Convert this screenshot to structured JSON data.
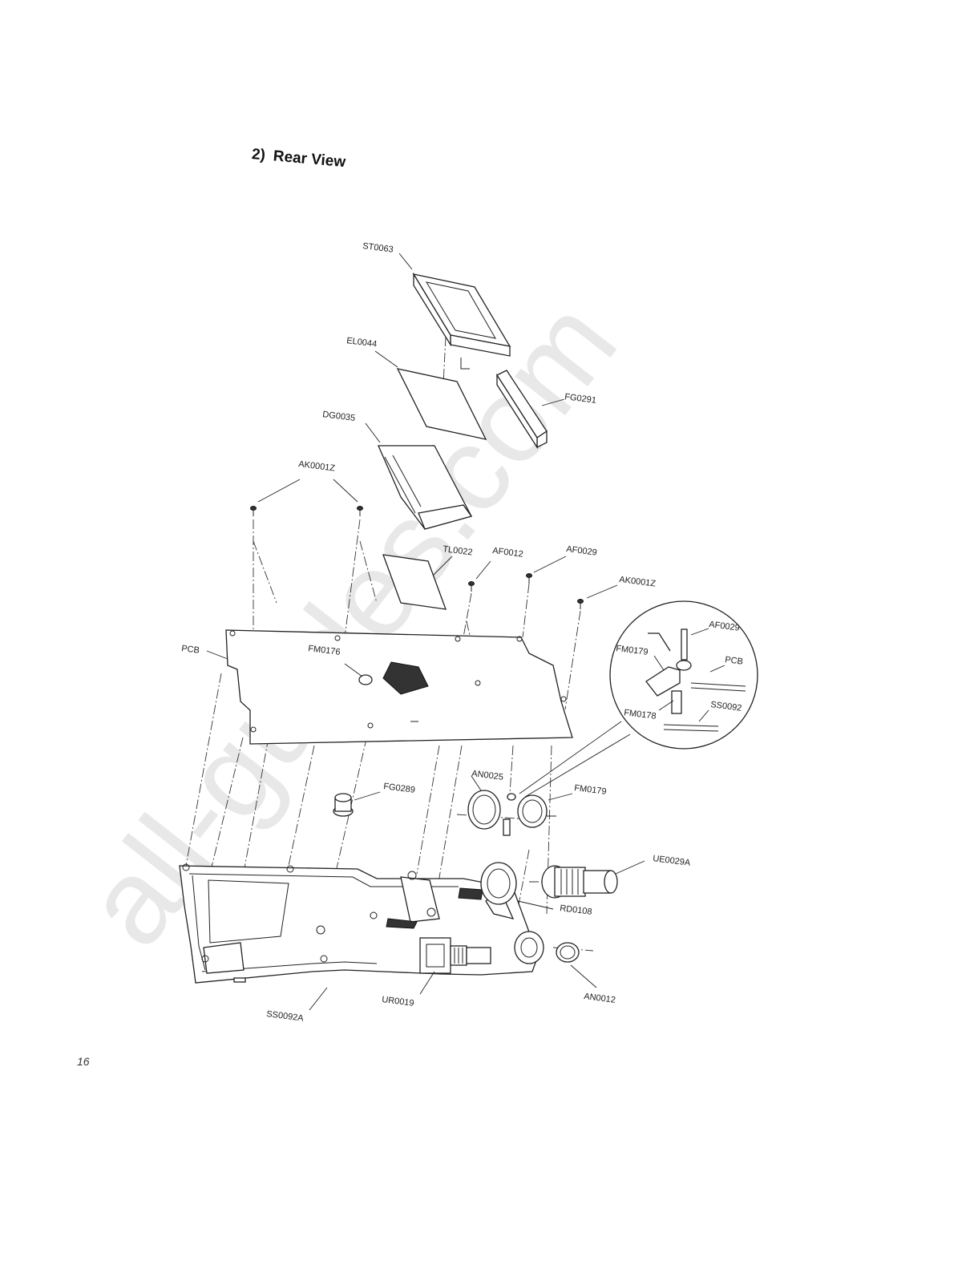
{
  "heading": {
    "number": "2)",
    "title": "Rear View"
  },
  "page_number": "16",
  "watermark": "all-guides.com",
  "labels": {
    "st0063": "ST0063",
    "el0044": "EL0044",
    "fg0291": "FG0291",
    "dg0035": "DG0035",
    "ak0001z_left": "AK0001Z",
    "ak0001z_right": "AK0001Z",
    "tl0022": "TL0022",
    "af0012": "AF0012",
    "af0029_main": "AF0029",
    "af0029_detail": "AF0029",
    "pcb_main": "PCB",
    "pcb_detail": "PCB",
    "fm0176": "FM0176",
    "fm0179_detail": "FM0179",
    "fm0178": "FM0178",
    "ss0092": "SS0092",
    "an0025": "AN0025",
    "fm0179_main": "FM0179",
    "fg0289": "FG0289",
    "ue0029a": "UE0029A",
    "rd0108": "RD0108",
    "an0012": "AN0012",
    "ur0019": "UR0019",
    "ss0092a": "SS0092A"
  }
}
